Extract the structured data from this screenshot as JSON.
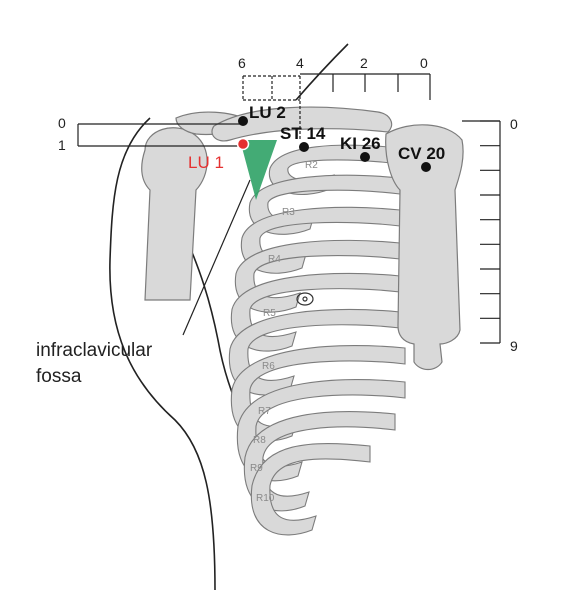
{
  "colors": {
    "bone": "#d9d9d9",
    "bone_stroke": "#7c7c7c",
    "outline": "#222222",
    "accent_red": "#e53030",
    "fossa_green": "#2fa266",
    "point_black": "#111111"
  },
  "points": {
    "lu2": "LU 2",
    "lu1": "LU 1",
    "st14": "ST 14",
    "ki26": "KI 26",
    "cv20": "CV 20"
  },
  "ribs": [
    "R2",
    "R3",
    "R4",
    "R5",
    "R6",
    "R7",
    "R8",
    "R9",
    "R10"
  ],
  "top_scale": {
    "labels": [
      "6",
      "4",
      "2",
      "0"
    ]
  },
  "left_scale": {
    "labels": [
      "0",
      "1"
    ]
  },
  "right_scale": {
    "top": "0",
    "bottom": "9"
  },
  "annotation": {
    "line1": "infraclavicular",
    "line2": "fossa"
  }
}
